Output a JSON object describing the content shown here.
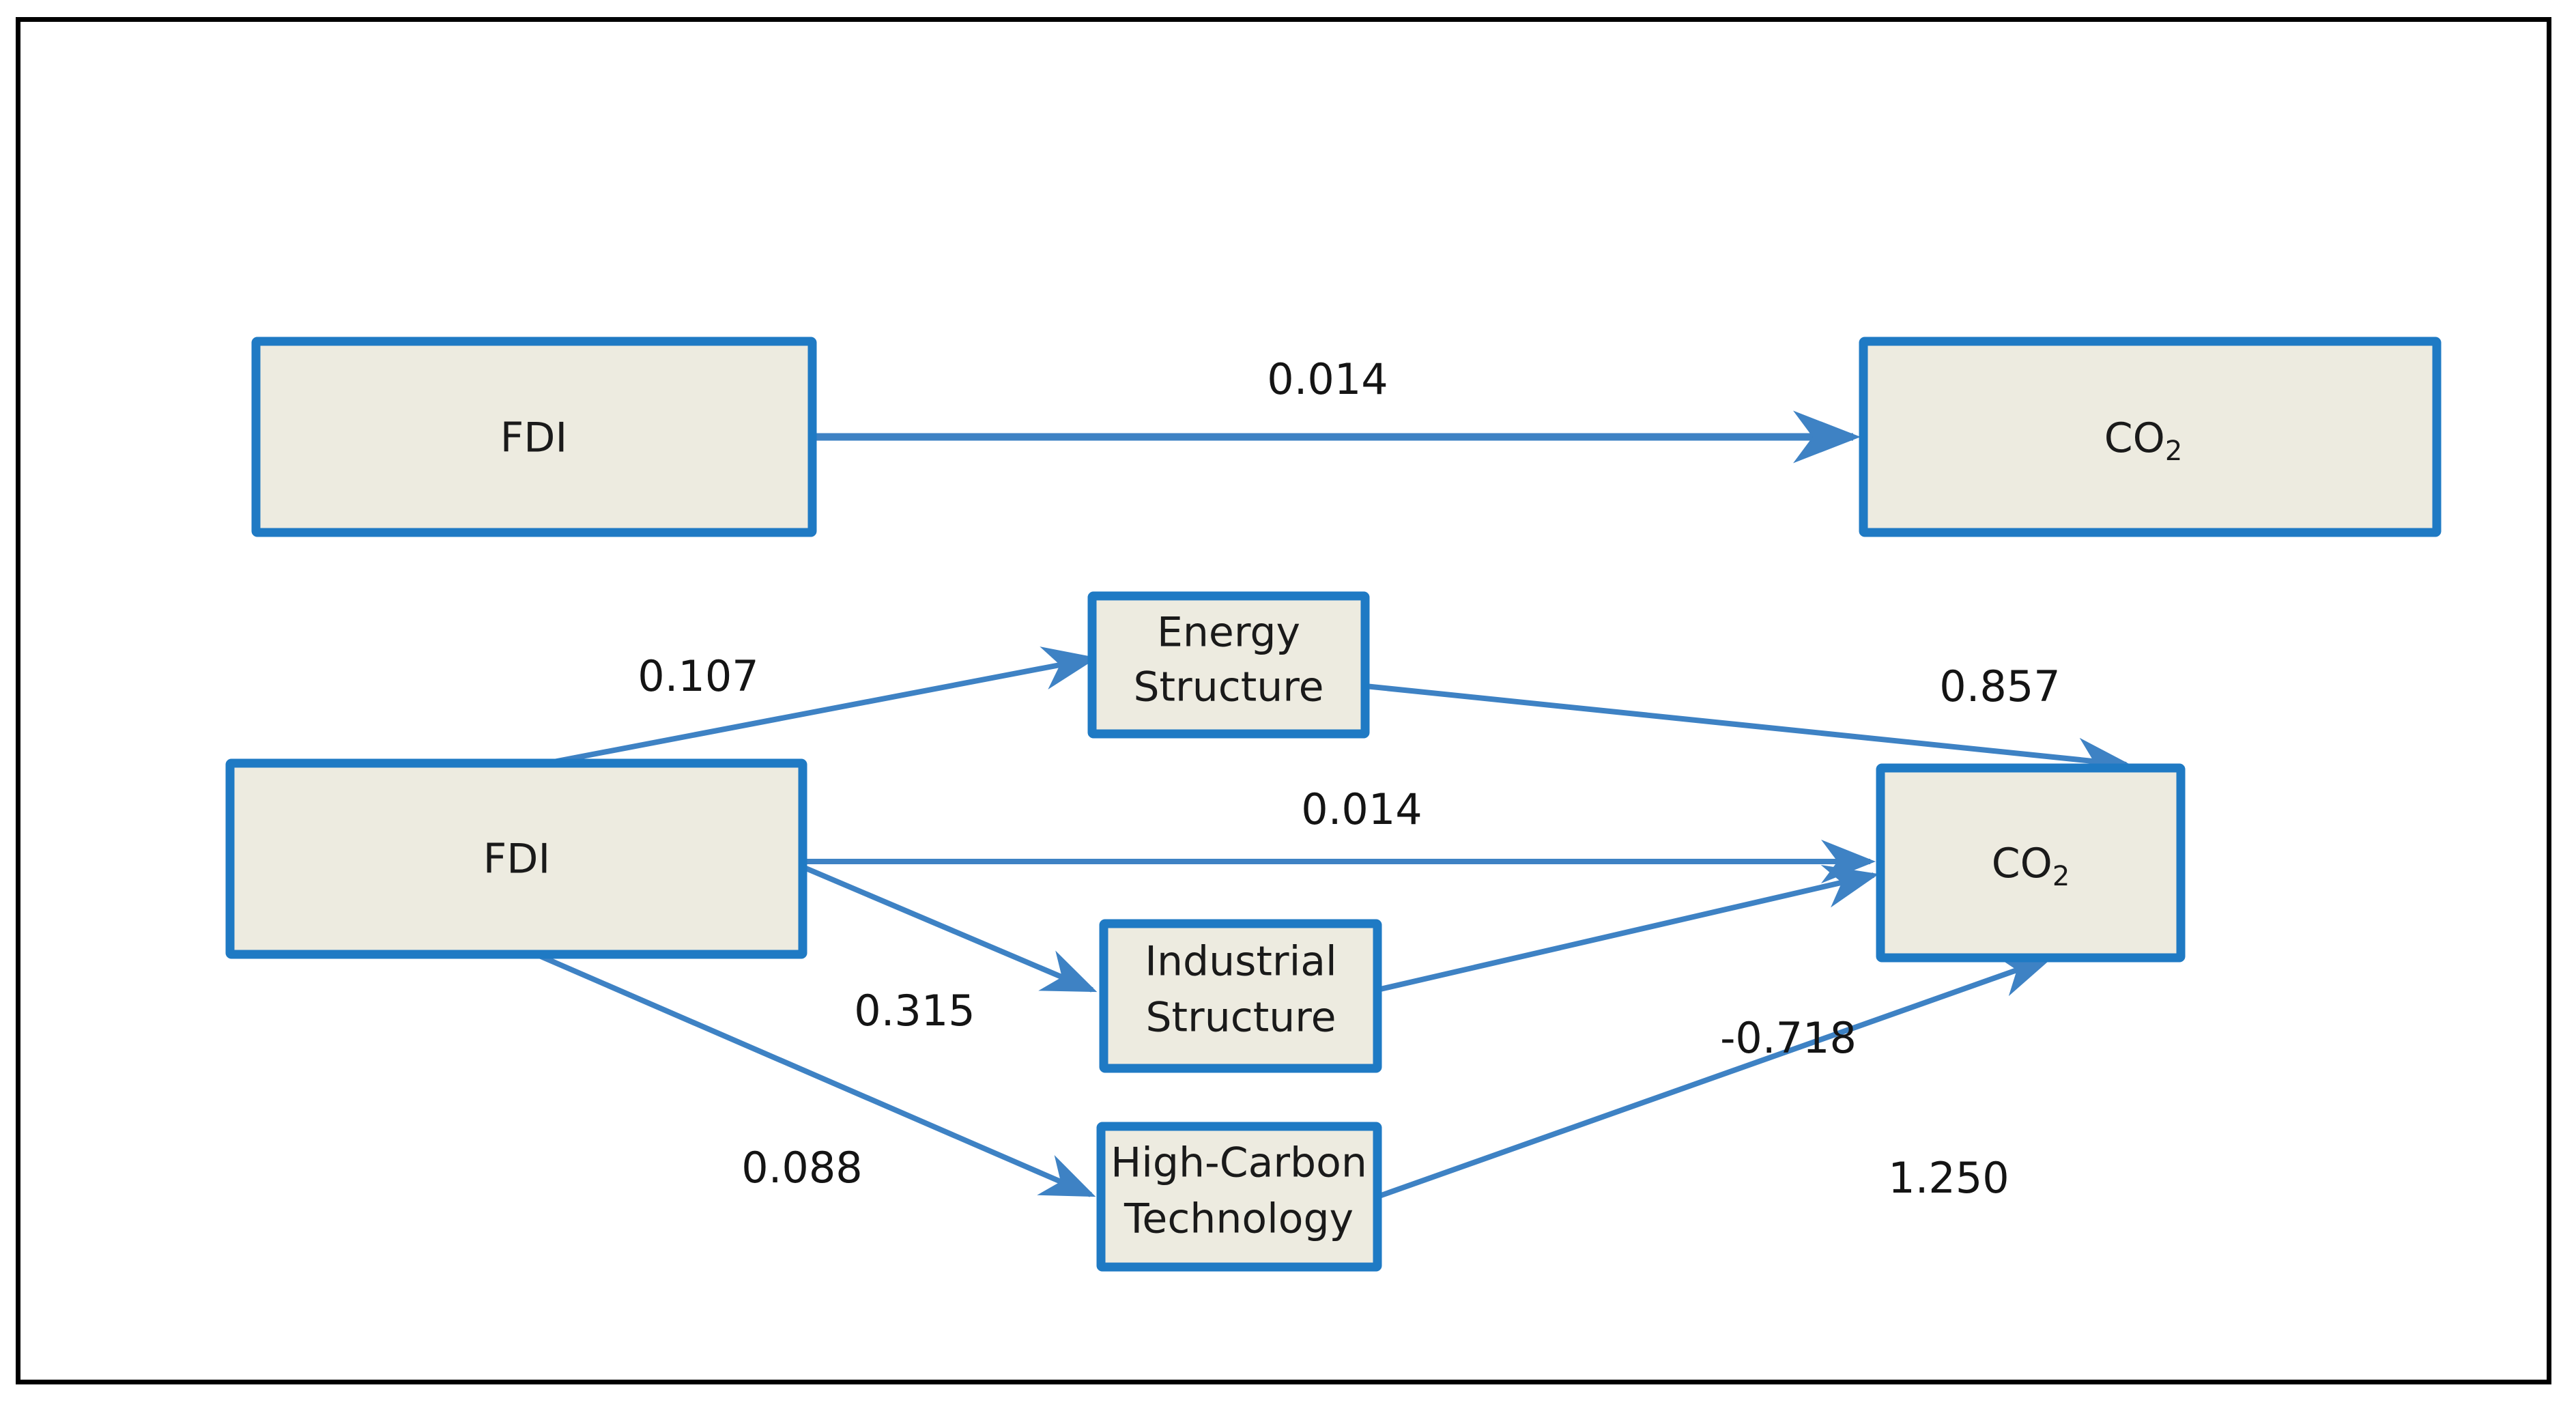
{
  "diagram": {
    "title": "FDI to CO2 mediation path diagram",
    "colors": {
      "frame": "#000000",
      "node_fill": "#EDEBE0",
      "node_border": "#1F7AC4",
      "edge": "#3E82C4",
      "text": "#141414"
    },
    "nodes": {
      "fdi_top": {
        "label": "FDI"
      },
      "co2_top": {
        "label": "CO",
        "subscript": "2"
      },
      "fdi_mid": {
        "label": "FDI"
      },
      "energy_structure": {
        "line1": "Energy",
        "line2": "Structure"
      },
      "industrial_structure": {
        "line1": "Industrial",
        "line2": "Structure"
      },
      "high_carbon_technology": {
        "line1": "High-Carbon",
        "line2": "Technology"
      },
      "co2_bottom": {
        "label": "CO",
        "subscript": "2"
      }
    },
    "edges": [
      {
        "id": "fdi-top-to-co2-top",
        "from": "fdi_top",
        "to": "co2_top",
        "value": "0.014"
      },
      {
        "id": "fdi-to-energy-structure",
        "from": "fdi_mid",
        "to": "energy_structure",
        "value": "0.107"
      },
      {
        "id": "energy-structure-to-co2",
        "from": "energy_structure",
        "to": "co2_bottom",
        "value": "0.857"
      },
      {
        "id": "fdi-to-co2-direct",
        "from": "fdi_mid",
        "to": "co2_bottom",
        "value": "0.014"
      },
      {
        "id": "fdi-to-industrial-structure",
        "from": "fdi_mid",
        "to": "industrial_structure",
        "value": "0.315"
      },
      {
        "id": "industrial-structure-to-co2",
        "from": "industrial_structure",
        "to": "co2_bottom",
        "value": "-0.718"
      },
      {
        "id": "fdi-to-high-carbon-technology",
        "from": "fdi_mid",
        "to": "high_carbon_technology",
        "value": "0.088"
      },
      {
        "id": "high-carbon-technology-to-co2",
        "from": "high_carbon_technology",
        "to": "co2_bottom",
        "value": "1.250"
      }
    ]
  }
}
